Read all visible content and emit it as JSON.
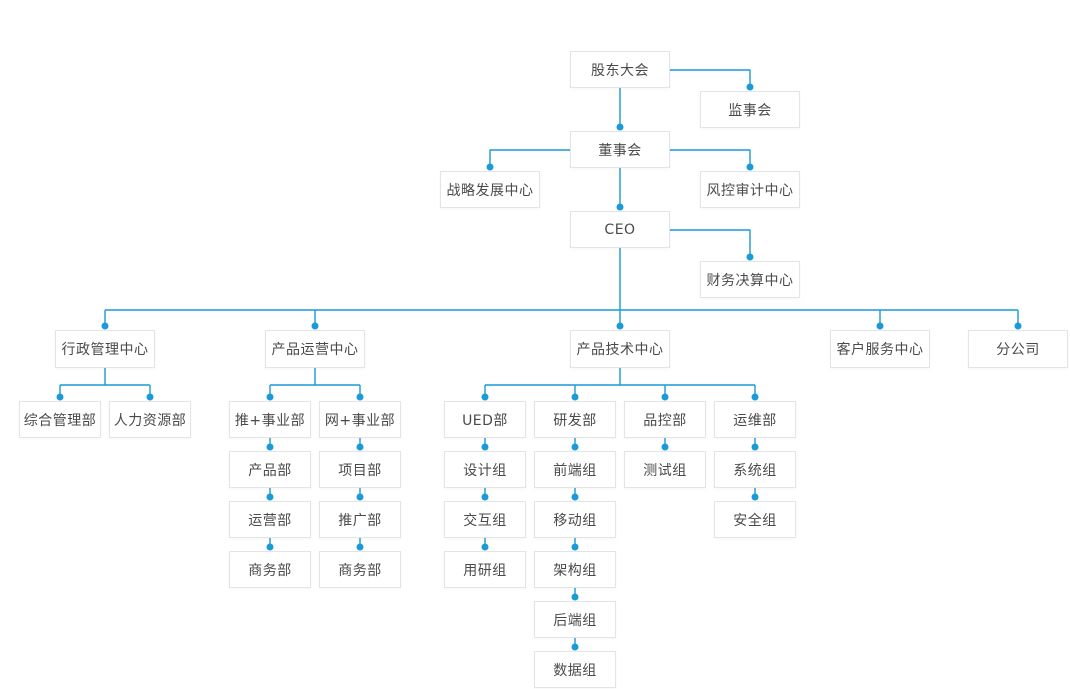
{
  "colors": {
    "connector_blue": "#1a9ad6",
    "box_border": "#e4e4e4",
    "box_background": "#ffffff",
    "text": "#4a4a4a",
    "page_background": "#ffffff"
  },
  "org_chart": {
    "nodes": {
      "shareholders_meeting": {
        "label": "股东大会"
      },
      "supervisory_board": {
        "label": "监事会"
      },
      "board_of_directors": {
        "label": "董事会"
      },
      "strategy_center": {
        "label": "战略发展中心"
      },
      "risk_audit_center": {
        "label": "风控审计中心"
      },
      "ceo": {
        "label": "CEO"
      },
      "finance_center": {
        "label": "财务决算中心"
      },
      "admin_center": {
        "label": "行政管理中心"
      },
      "product_ops_center": {
        "label": "产品运营中心"
      },
      "product_tech_center": {
        "label": "产品技术中心"
      },
      "customer_service_center": {
        "label": "客户服务中心"
      },
      "branch_company": {
        "label": "分公司"
      },
      "general_admin_dept": {
        "label": "综合管理部"
      },
      "hr_dept": {
        "label": "人力资源部"
      },
      "tui_business_unit": {
        "label": "推+事业部"
      },
      "wang_business_unit": {
        "label": "网+事业部"
      },
      "product_dept": {
        "label": "产品部"
      },
      "operations_dept": {
        "label": "运营部"
      },
      "business_dept_tui": {
        "label": "商务部"
      },
      "project_dept": {
        "label": "项目部"
      },
      "promotion_dept": {
        "label": "推广部"
      },
      "business_dept_wang": {
        "label": "商务部"
      },
      "ued_dept": {
        "label": "UED部"
      },
      "rnd_dept": {
        "label": "研发部"
      },
      "qc_dept": {
        "label": "品控部"
      },
      "om_dept": {
        "label": "运维部"
      },
      "design_team": {
        "label": "设计组"
      },
      "interaction_team": {
        "label": "交互组"
      },
      "user_research_team": {
        "label": "用研组"
      },
      "frontend_team": {
        "label": "前端组"
      },
      "mobile_team": {
        "label": "移动组"
      },
      "architecture_team": {
        "label": "架构组"
      },
      "backend_team": {
        "label": "后端组"
      },
      "data_team": {
        "label": "数据组"
      },
      "testing_team": {
        "label": "测试组"
      },
      "system_team": {
        "label": "系统组"
      },
      "security_team": {
        "label": "安全组"
      }
    },
    "edges": [
      [
        "股东大会",
        "监事会"
      ],
      [
        "股东大会",
        "董事会"
      ],
      [
        "董事会",
        "战略发展中心"
      ],
      [
        "董事会",
        "风控审计中心"
      ],
      [
        "董事会",
        "CEO"
      ],
      [
        "CEO",
        "财务决算中心"
      ],
      [
        "CEO",
        "行政管理中心"
      ],
      [
        "CEO",
        "产品运营中心"
      ],
      [
        "CEO",
        "产品技术中心"
      ],
      [
        "CEO",
        "客户服务中心"
      ],
      [
        "CEO",
        "分公司"
      ],
      [
        "行政管理中心",
        "综合管理部"
      ],
      [
        "行政管理中心",
        "人力资源部"
      ],
      [
        "产品运营中心",
        "推+事业部"
      ],
      [
        "产品运营中心",
        "网+事业部"
      ],
      [
        "推+事业部",
        "产品部"
      ],
      [
        "产品部",
        "运营部"
      ],
      [
        "运营部",
        "商务部"
      ],
      [
        "网+事业部",
        "项目部"
      ],
      [
        "项目部",
        "推广部"
      ],
      [
        "推广部",
        "商务部"
      ],
      [
        "产品技术中心",
        "UED部"
      ],
      [
        "产品技术中心",
        "研发部"
      ],
      [
        "产品技术中心",
        "品控部"
      ],
      [
        "产品技术中心",
        "运维部"
      ],
      [
        "UED部",
        "设计组"
      ],
      [
        "设计组",
        "交互组"
      ],
      [
        "交互组",
        "用研组"
      ],
      [
        "研发部",
        "前端组"
      ],
      [
        "前端组",
        "移动组"
      ],
      [
        "移动组",
        "架构组"
      ],
      [
        "架构组",
        "后端组"
      ],
      [
        "后端组",
        "数据组"
      ],
      [
        "品控部",
        "测试组"
      ],
      [
        "运维部",
        "系统组"
      ],
      [
        "系统组",
        "安全组"
      ]
    ]
  }
}
